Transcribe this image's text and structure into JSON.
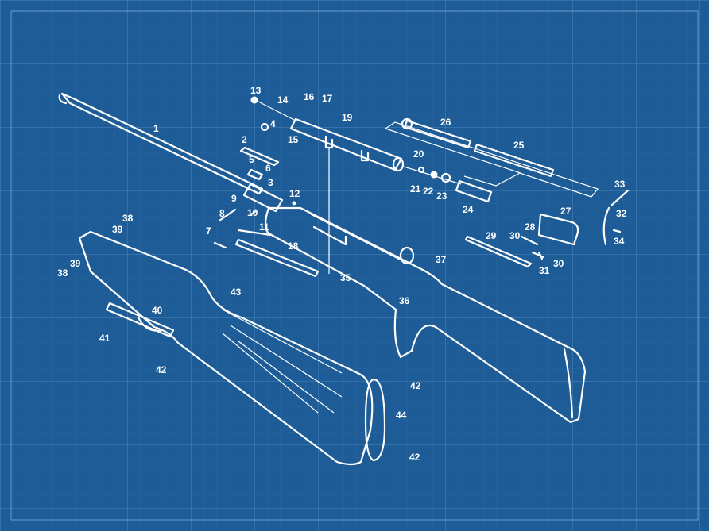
{
  "diagram": {
    "background_color": "#1c5a94",
    "grid_color": "#3d7ab3",
    "line_color": "#ffffff",
    "part_labels": [
      "1",
      "2",
      "3",
      "4",
      "5",
      "6",
      "7",
      "8",
      "9",
      "10",
      "11",
      "12",
      "13",
      "14",
      "15",
      "16",
      "17",
      "18",
      "19",
      "20",
      "21",
      "22",
      "23",
      "24",
      "25",
      "26",
      "27",
      "28",
      "29",
      "30",
      "30",
      "31",
      "32",
      "33",
      "34",
      "35",
      "36",
      "37",
      "38",
      "39",
      "38",
      "39",
      "40",
      "41",
      "42",
      "43",
      "44",
      "42",
      "42"
    ]
  }
}
